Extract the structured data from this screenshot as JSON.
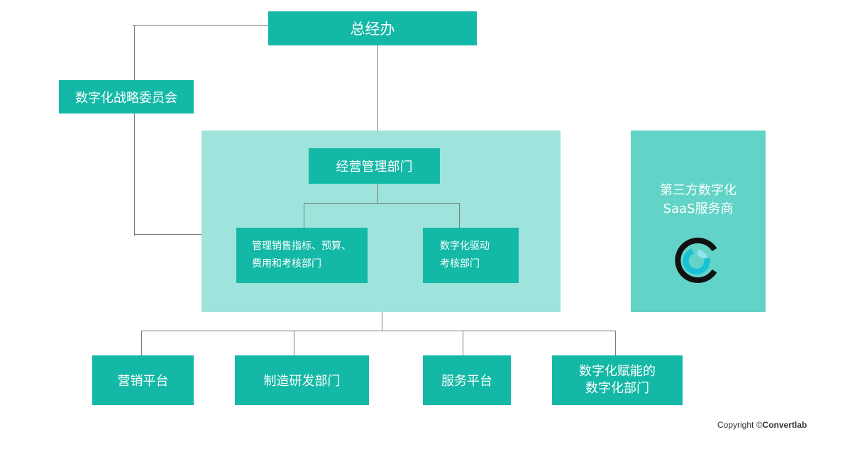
{
  "nodes": {
    "ceo_office": "总经办",
    "strategy_committee": "数字化战略委员会",
    "business_mgmt": "经营管理部门",
    "sales_target_dept": [
      "管理销售指标、预算、",
      "费用和考核部门"
    ],
    "digital_driven_dept": [
      "数字化驱动",
      "考核部门"
    ],
    "third_party": [
      "第三方数字化",
      "SaaS服务商"
    ],
    "marketing_platform": "营销平台",
    "manufacturing_rd": "制造研发部门",
    "service_platform": "服务平台",
    "digital_enablement": [
      "数字化赋能的",
      "数字化部门"
    ]
  },
  "copyright": {
    "prefix": "Copyright ©",
    "brand": "Convertlab"
  },
  "logo_icon": "convertlab-logo-icon",
  "colors": {
    "teal": "#14b8a6",
    "light_panel": "#9ee3dc",
    "mid_panel": "#62d3c7"
  }
}
